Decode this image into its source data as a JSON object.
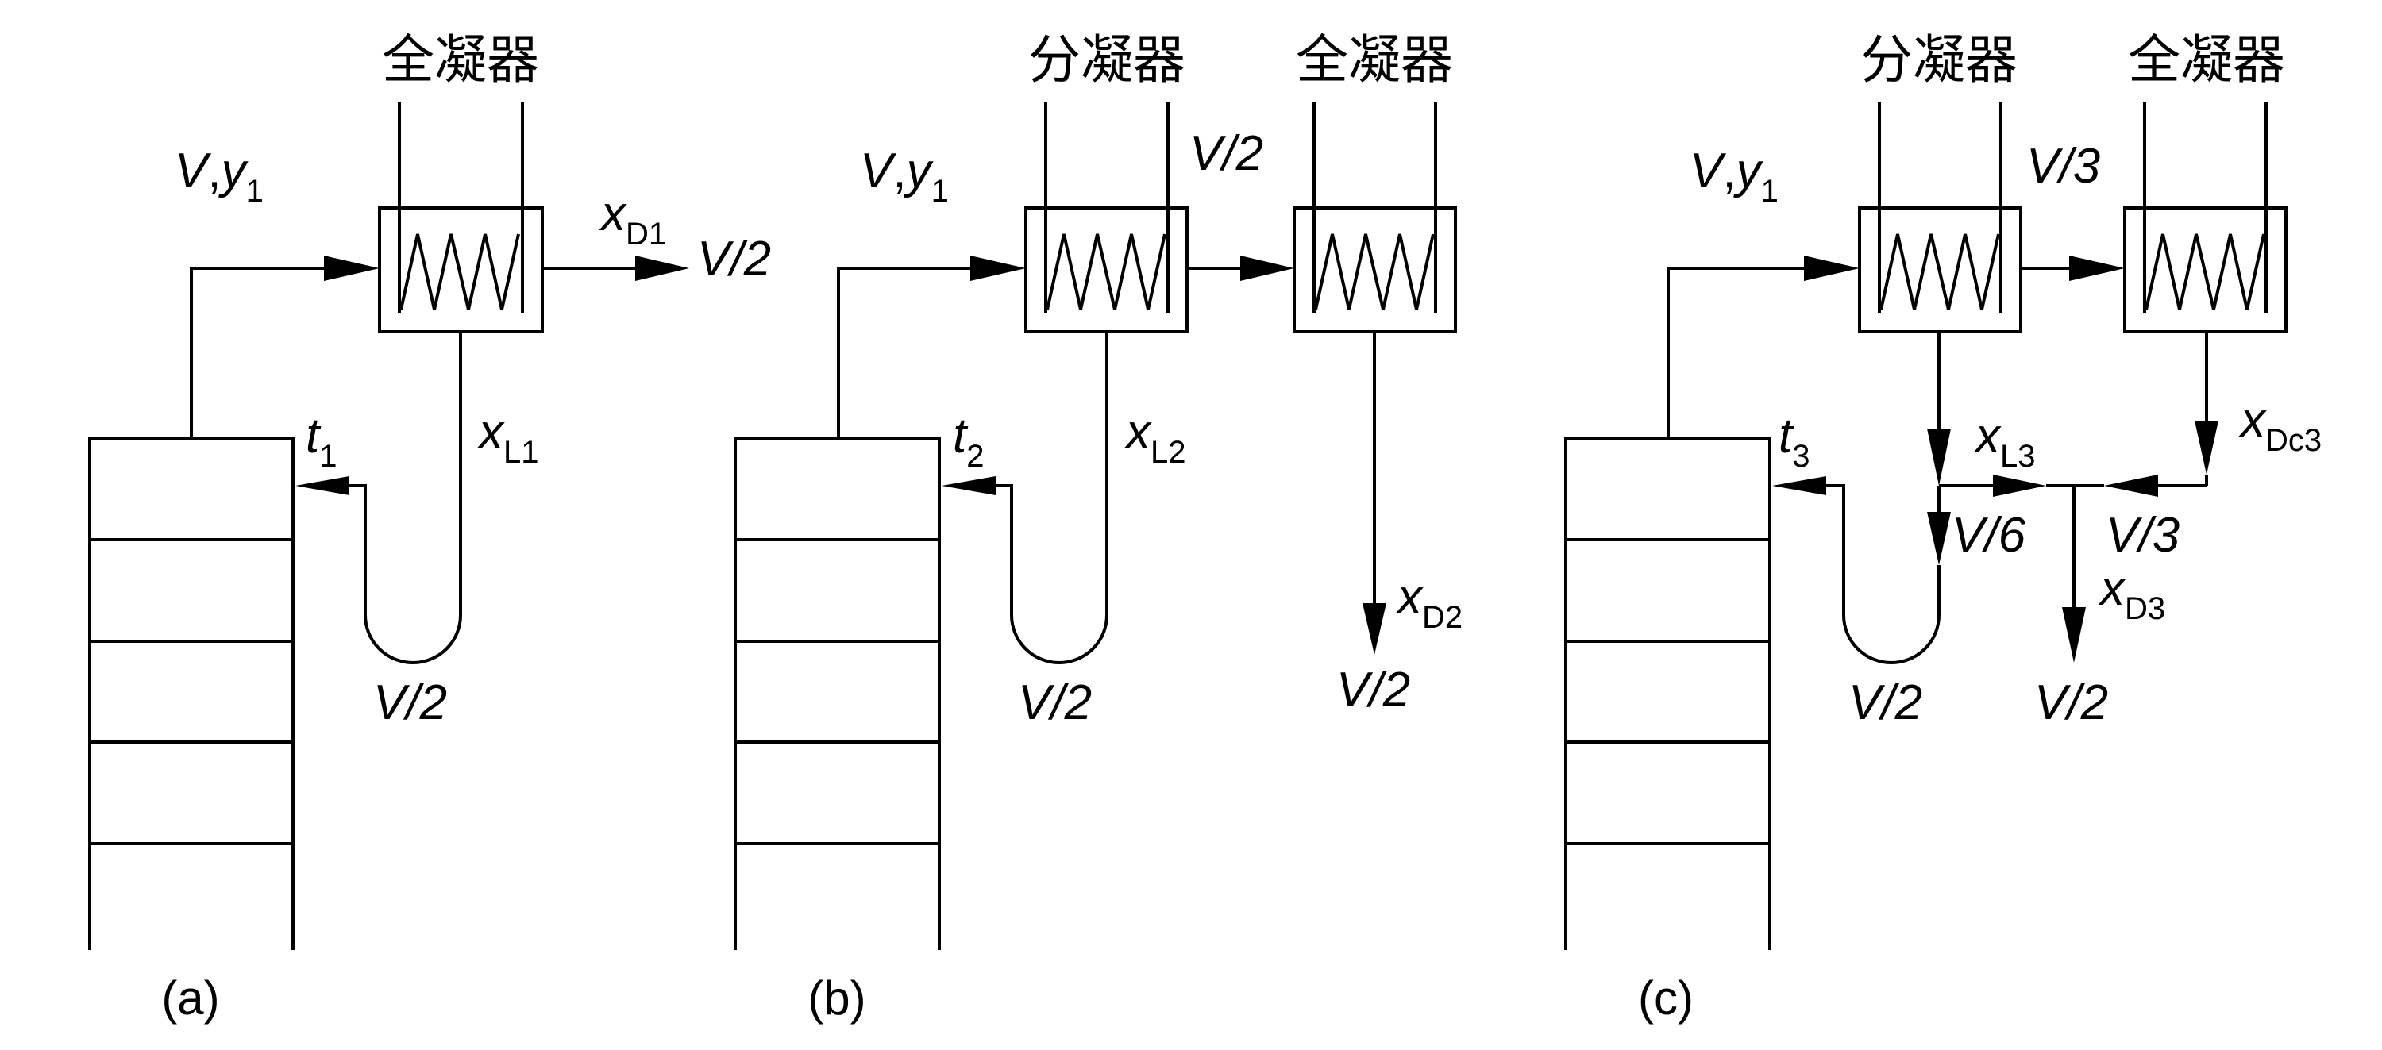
{
  "panel_a": {
    "condenser_label": "全凝器",
    "vapor_V": "V",
    "vapor_y": "y",
    "vapor_y_sub": "1",
    "xD_x": "x",
    "xD_sub": "D1",
    "distillate_flow": "V/2",
    "xL_x": "x",
    "xL_sub": "L1",
    "t_t": "t",
    "t_sub": "1",
    "reflux_flow": "V/2",
    "caption": "(a)"
  },
  "panel_b": {
    "partial_condenser_label": "分凝器",
    "total_condenser_label": "全凝器",
    "vapor_V": "V",
    "vapor_y": "y",
    "vapor_y_sub": "1",
    "vapor_to_total": "V/2",
    "xL_x": "x",
    "xL_sub": "L2",
    "t_t": "t",
    "t_sub": "2",
    "reflux_flow": "V/2",
    "xD_x": "x",
    "xD_sub": "D2",
    "distillate_flow": "V/2",
    "caption": "(b)"
  },
  "panel_c": {
    "partial_condenser_label": "分凝器",
    "total_condenser_label": "全凝器",
    "vapor_V": "V",
    "vapor_y": "y",
    "vapor_y_sub": "1",
    "vapor_to_total": "V/3",
    "xL_x": "x",
    "xL_sub": "L3",
    "xDc_x": "x",
    "xDc_sub": "Dc3",
    "split_flow": "V/6",
    "total_liquid_flow": "V/3",
    "xD_x": "x",
    "xD_sub": "D3",
    "t_t": "t",
    "t_sub": "3",
    "reflux_flow": "V/2",
    "distillate_flow": "V/2",
    "caption": "(c)"
  }
}
